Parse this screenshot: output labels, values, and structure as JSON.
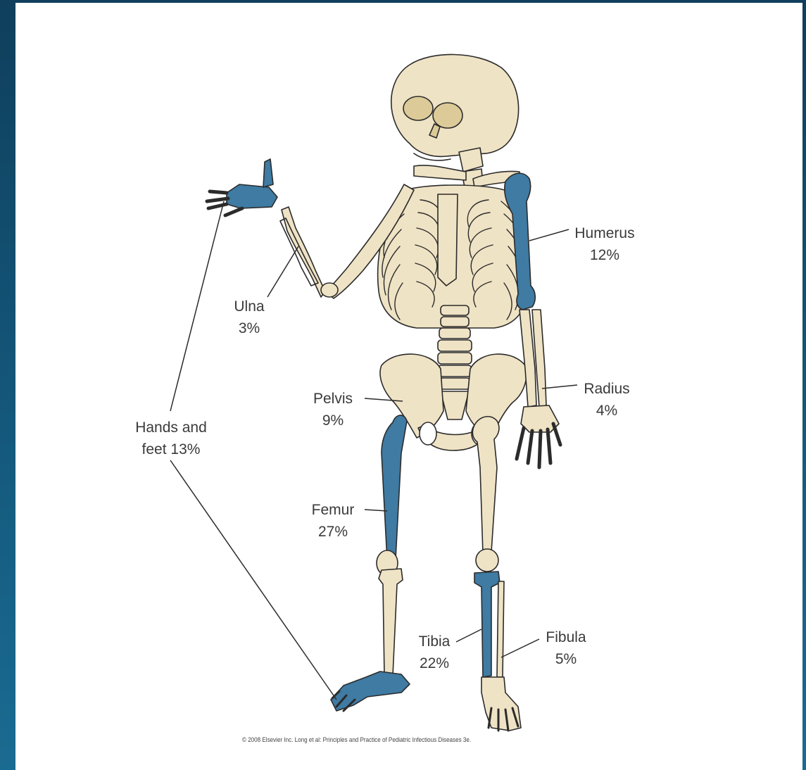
{
  "colors": {
    "bone": "#efe3c5",
    "highlight_bone": "#3f7ba3",
    "outline": "#2b2b2b",
    "background_frame": "#14587c",
    "panel": "#ffffff"
  },
  "labels": {
    "humerus": {
      "name": "Humerus",
      "percent": "12%"
    },
    "ulna": {
      "name": "Ulna",
      "percent": "3%"
    },
    "radius": {
      "name": "Radius",
      "percent": "4%"
    },
    "pelvis": {
      "name": "Pelvis",
      "percent": "9%"
    },
    "hands_feet": {
      "name": "Hands and",
      "percent": "feet 13%"
    },
    "femur": {
      "name": "Femur",
      "percent": "27%"
    },
    "tibia": {
      "name": "Tibia",
      "percent": "22%"
    },
    "fibula": {
      "name": "Fibula",
      "percent": "5%"
    }
  },
  "credit": "© 2008 Elsevier Inc. Long et al: Principles and Practice of Pediatric Infectious Diseases 3e."
}
